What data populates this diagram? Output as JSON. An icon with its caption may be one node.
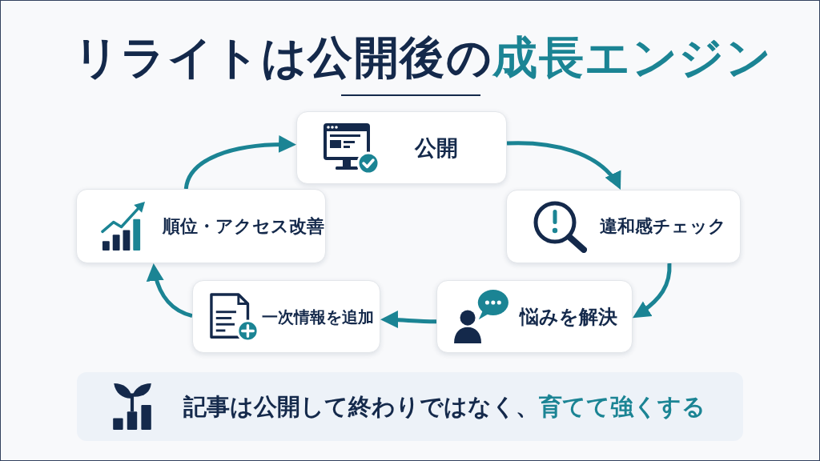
{
  "diagram": {
    "title": "リライトは公開後の**成長エンジン**",
    "nodes": [
      {
        "text": [
          "公開"
        ]
      },
      {
        "text": [
          "違和感チェック"
        ]
      },
      {
        "text": [
          "悩みを解決"
        ]
      },
      {
        "text": [
          "一次情報を追加"
        ]
      },
      {
        "text": [
          "順位・アクセス改善"
        ]
      },
      {
        "text": [
          "記事は公開して終わりではなく、**育てて強くする**"
        ]
      }
    ],
    "edges": [
      {
        "from": 0,
        "to": 1,
        "arrow": "to"
      },
      {
        "from": 1,
        "to": 2,
        "arrow": "to"
      },
      {
        "from": 2,
        "to": 3,
        "arrow": "to"
      },
      {
        "from": 3,
        "to": 4,
        "arrow": "to"
      },
      {
        "from": 4,
        "to": 0,
        "arrow": "to"
      }
    ]
  }
}
